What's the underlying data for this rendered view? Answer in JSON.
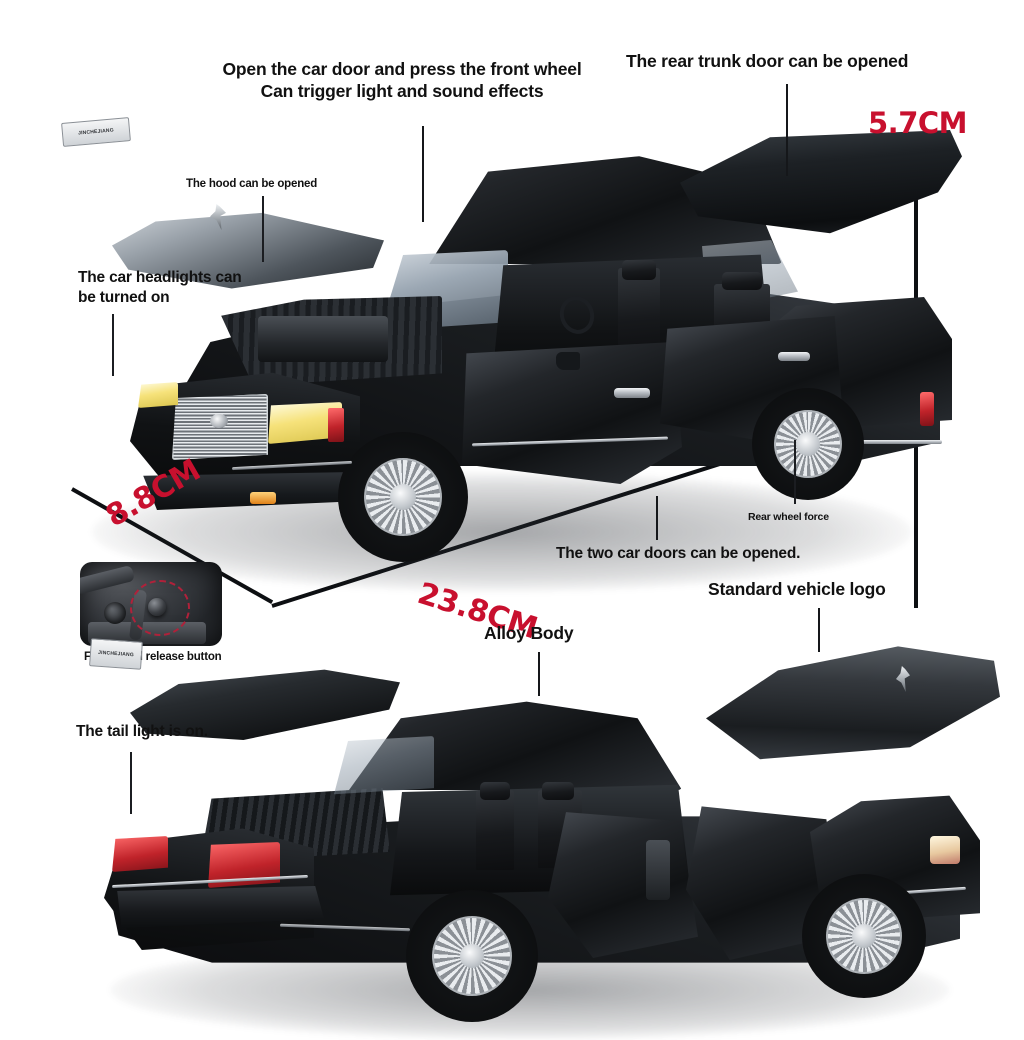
{
  "product": {
    "brand_plate_text": "JINCHEJIANG",
    "body_color": "#121416",
    "accent_red": "#C8102E"
  },
  "dimensions": {
    "height": "5.7CM",
    "width": "8.8CM",
    "length": "23.8CM"
  },
  "annotations": {
    "door_sound_line1": "Open the car door and press the front wheel",
    "door_sound_line2": "Can trigger light and sound effects",
    "trunk": "The rear trunk door can be opened",
    "hood": "The hood can be opened",
    "headlights_line1": "The car headlights can",
    "headlights_line2": "be turned on",
    "two_doors": "The two car doors can be opened.",
    "rear_wheel": "Rear wheel force",
    "hood_release": "Front hood release button",
    "tail_light": "The tail light is on.",
    "alloy_body": "Alloy Body",
    "vehicle_logo": "Standard vehicle logo"
  }
}
